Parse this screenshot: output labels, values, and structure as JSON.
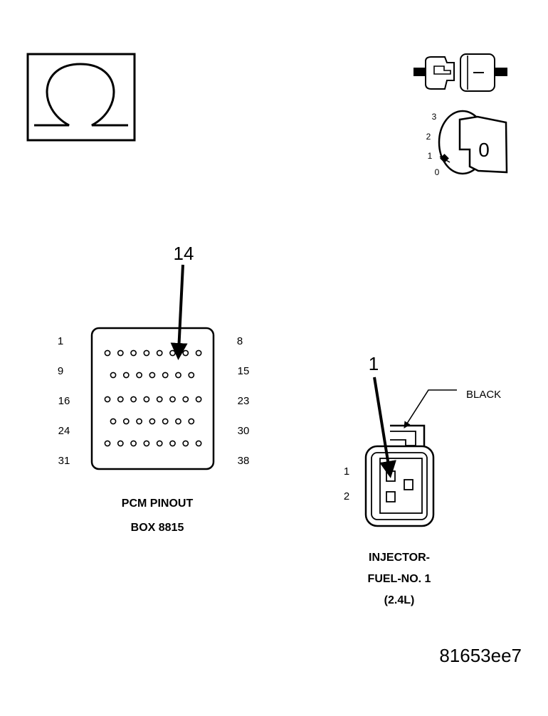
{
  "ohmmeter": {
    "symbol": "Ω"
  },
  "ignition_switch": {
    "positions": [
      "3",
      "2",
      "1",
      "0"
    ],
    "key_label": "0"
  },
  "pcm": {
    "pin_callout": "14",
    "row_start_labels": [
      "1",
      "9",
      "16",
      "24",
      "31"
    ],
    "row_end_labels": [
      "8",
      "15",
      "23",
      "30",
      "38"
    ],
    "caption_line1": "PCM PINOUT",
    "caption_line2": "BOX 8815"
  },
  "injector": {
    "pin_callout": "1",
    "color_label": "BLACK",
    "pin_labels": [
      "1",
      "2"
    ],
    "caption_line1": "INJECTOR-",
    "caption_line2": "FUEL-NO. 1",
    "caption_line3": "(2.4L)"
  },
  "figure_id": "81653ee7"
}
